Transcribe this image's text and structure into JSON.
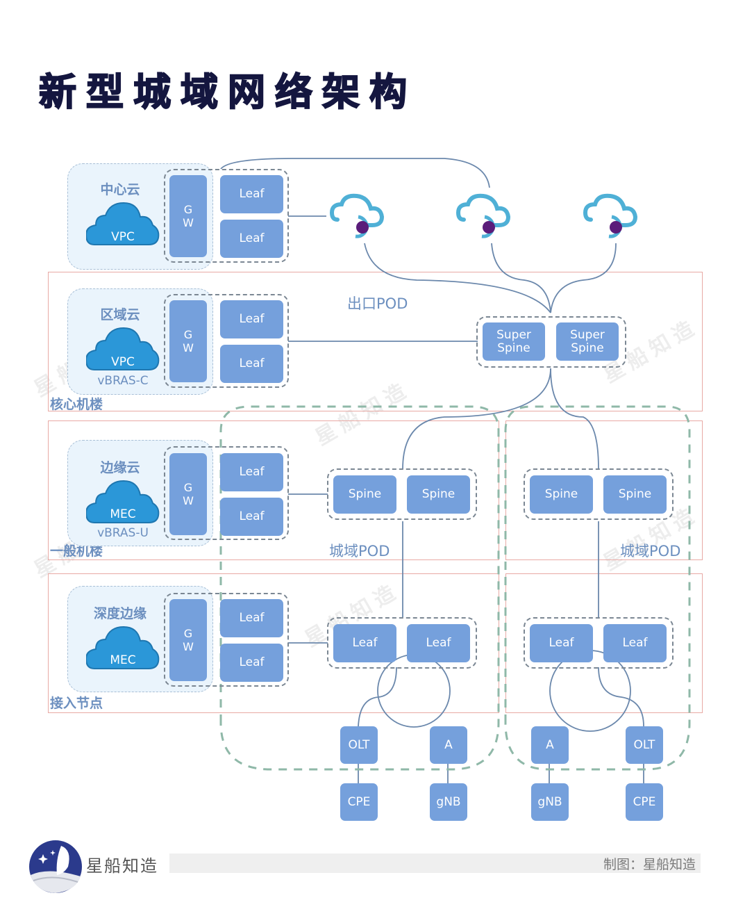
{
  "title": "新型城域网络架构",
  "zones": [
    {
      "id": "core",
      "label": "核心机楼"
    },
    {
      "id": "general",
      "label": "一般机楼"
    },
    {
      "id": "access",
      "label": "接入节点"
    }
  ],
  "pods": {
    "egress": "出口POD",
    "metro_left": "城域POD",
    "metro_right": "城域POD"
  },
  "cloud_groups": [
    {
      "title": "中心云",
      "cloud_label": "VPC",
      "subtitle": ""
    },
    {
      "title": "区域云",
      "cloud_label": "VPC",
      "subtitle": "vBRAS-C"
    },
    {
      "title": "边缘云",
      "cloud_label": "MEC",
      "subtitle": "vBRAS-U"
    },
    {
      "title": "深度边缘",
      "cloud_label": "MEC",
      "subtitle": ""
    }
  ],
  "gw": {
    "line1": "G",
    "line2": "W"
  },
  "labels": {
    "leaf": "Leaf",
    "spine": "Spine",
    "super_spine_1": "Super",
    "super_spine_2": "Spine",
    "olt": "OLT",
    "a": "A",
    "cpe": "CPE",
    "gnb": "gNB"
  },
  "internet_clouds": 3,
  "watermark": "星船知造",
  "footer": {
    "brand": "星船知造",
    "credit": "制图：星船知造"
  },
  "colors": {
    "title": "#14163f",
    "node": "#75a0dc",
    "zone_border": "#e8a9a4",
    "pod_border": "#8fb8a8",
    "cloud_fill": "#2b97d8",
    "internet_cloud": "#4fb0d6",
    "internet_dot": "#5a1c7a"
  }
}
